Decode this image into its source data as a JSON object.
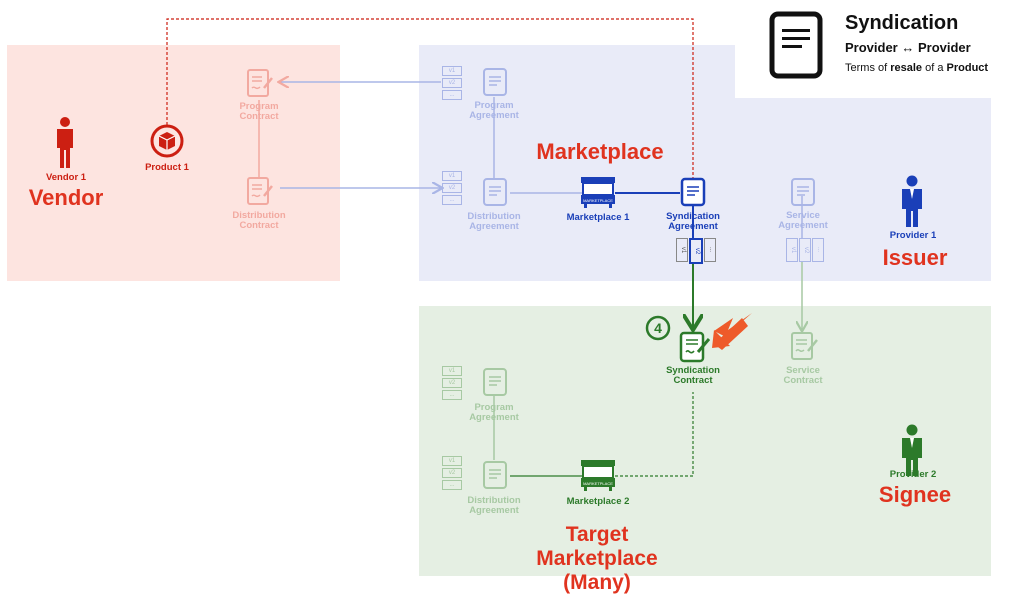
{
  "legend": {
    "title": "Syndication",
    "subtitle": "Provider ↔ Provider",
    "description_prefix": "Terms of ",
    "description_bold1": "resale",
    "description_mid": " of a ",
    "description_bold2": "Product"
  },
  "vendor": {
    "person_label": "Vendor 1",
    "role": "Vendor",
    "product_label": "Product 1",
    "program_contract": "Program\nContract",
    "distribution_contract": "Distribution\nContract"
  },
  "issuer": {
    "section_title": "Marketplace",
    "program_agreement": "Program\nAgreement",
    "distribution_agreement": "Distribution\nAgreement",
    "marketplace_label": "Marketplace 1",
    "syndication_agreement": "Syndication\nAgreement",
    "service_agreement": "Service\nAgreement",
    "provider_label": "Provider 1",
    "role": "Issuer",
    "versions": [
      "v1",
      "v2",
      "..."
    ]
  },
  "target": {
    "step_number": "4",
    "syndication_contract": "Syndication\nContract",
    "service_contract": "Service\nContract",
    "program_agreement": "Program\nAgreement",
    "distribution_agreement": "Distribution\nAgreement",
    "marketplace_label": "Marketplace 2",
    "provider_label": "Provider 2",
    "role": "Signee",
    "section_title": "Target\nMarketplace\n(Many)",
    "versions": [
      "v1",
      "v2",
      "..."
    ]
  },
  "store_sign": "MARKETPLACE",
  "colors": {
    "vendor_red": "#cc1f12",
    "faded_red": "#f2a9a0",
    "issuer_blue": "#1a3fb8",
    "faded_blue": "#a9b5e6",
    "target_green": "#2c7a2a",
    "faded_green": "#a7c9a3",
    "arrow_orange": "#ee5a2a",
    "title_red": "#e0331f"
  }
}
